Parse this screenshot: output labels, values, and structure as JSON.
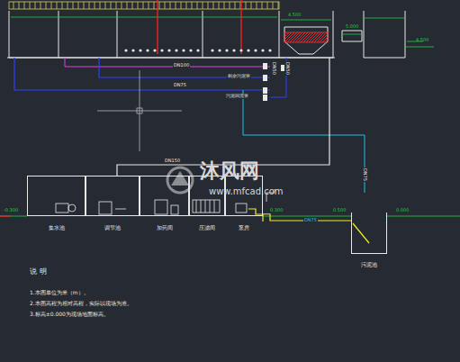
{
  "diagram": {
    "nodes": [
      {
        "text": [
          "集水池"
        ]
      },
      {
        "text": [
          "调节池"
        ]
      },
      {
        "text": [
          "加药间"
        ]
      },
      {
        "text": [
          "压滤间"
        ]
      },
      {
        "text": [
          "泵房"
        ]
      },
      {
        "text": [
          "污泥池"
        ]
      }
    ],
    "edges": [
      {
        "from": 4,
        "to": 5,
        "arrow": "none",
        "label": "DN75"
      }
    ],
    "labels": [
      "沐风网",
      "www.mfcad.com",
      "说 明",
      "1.本图单位为米（m）。",
      "2.本图高程为相对高程，实际以现场为准。",
      "3.标高±0.000为现场地面标高。",
      "DN100",
      "DN75",
      "剩余污泥管",
      "污泥回流管",
      "DN50",
      "DN50",
      "DN150",
      "DN75",
      "5.000",
      "4.500",
      "4.500",
      "0.500",
      "0.000",
      "-0.300",
      "0.300"
    ]
  }
}
